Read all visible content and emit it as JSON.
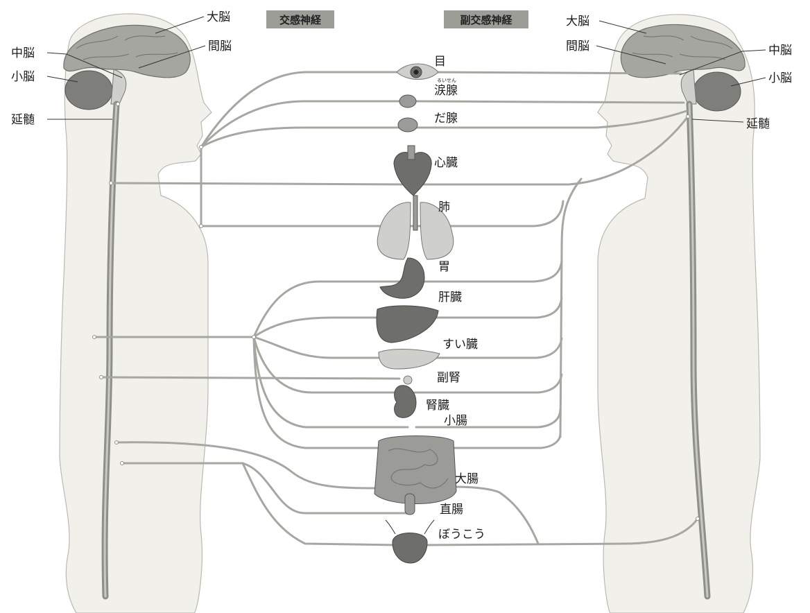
{
  "headers": {
    "sympathetic": "交感神経",
    "parasympathetic": "副交感神経"
  },
  "left_labels": {
    "cerebrum": "大脳",
    "diencephalon": "間脳",
    "midbrain": "中脳",
    "cerebellum": "小脳",
    "medulla": "延髄"
  },
  "right_labels": {
    "cerebrum": "大脳",
    "diencephalon": "間脳",
    "midbrain": "中脳",
    "cerebellum": "小脳",
    "medulla": "延髄"
  },
  "organs": {
    "eye": "目",
    "lacrimal_ruby": "るいせん",
    "lacrimal": "涙腺",
    "salivary": "だ腺",
    "heart": "心臓",
    "lungs": "肺",
    "stomach": "胃",
    "liver": "肝臓",
    "pancreas": "すい臓",
    "adrenal": "副腎",
    "kidney": "腎臓",
    "small_intestine": "小腸",
    "large_intestine": "大腸",
    "rectum": "直腸",
    "bladder": "ぼうこう"
  },
  "colors": {
    "nerve": "#a7a7a2",
    "body": "#f1f0ea",
    "header_badge": "#9d9d98"
  }
}
